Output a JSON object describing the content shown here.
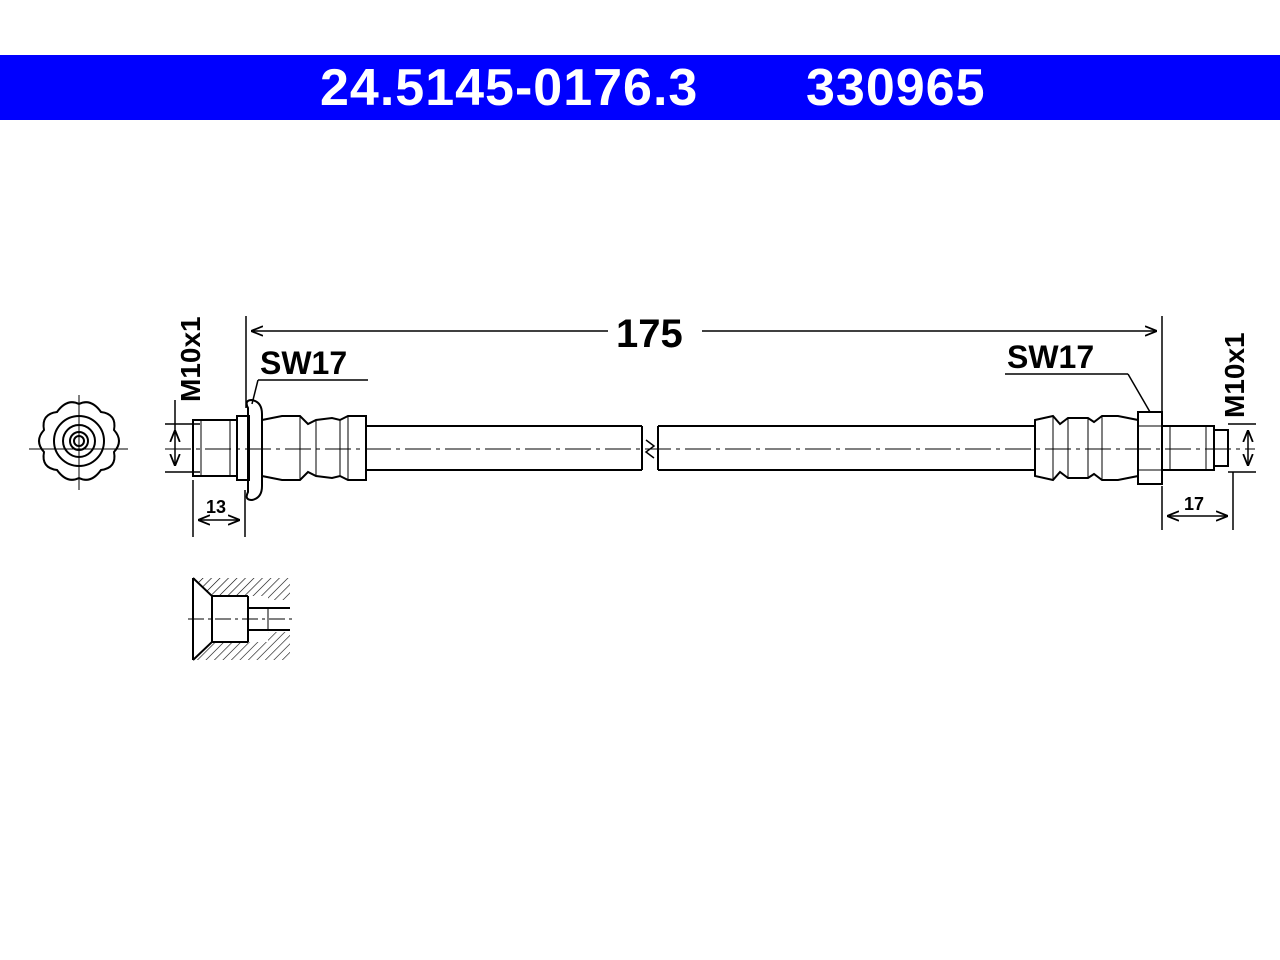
{
  "header": {
    "part_number": "24.5145-0176.3",
    "reference_number": "330965",
    "background_color": "#0000ff",
    "text_color": "#ffffff"
  },
  "drawing": {
    "overall_length": "175",
    "left_end": {
      "wrench_size": "SW17",
      "thread": "M10x1",
      "dimension": "13"
    },
    "right_end": {
      "wrench_size": "SW17",
      "thread": "M10x1",
      "dimension": "17"
    }
  }
}
